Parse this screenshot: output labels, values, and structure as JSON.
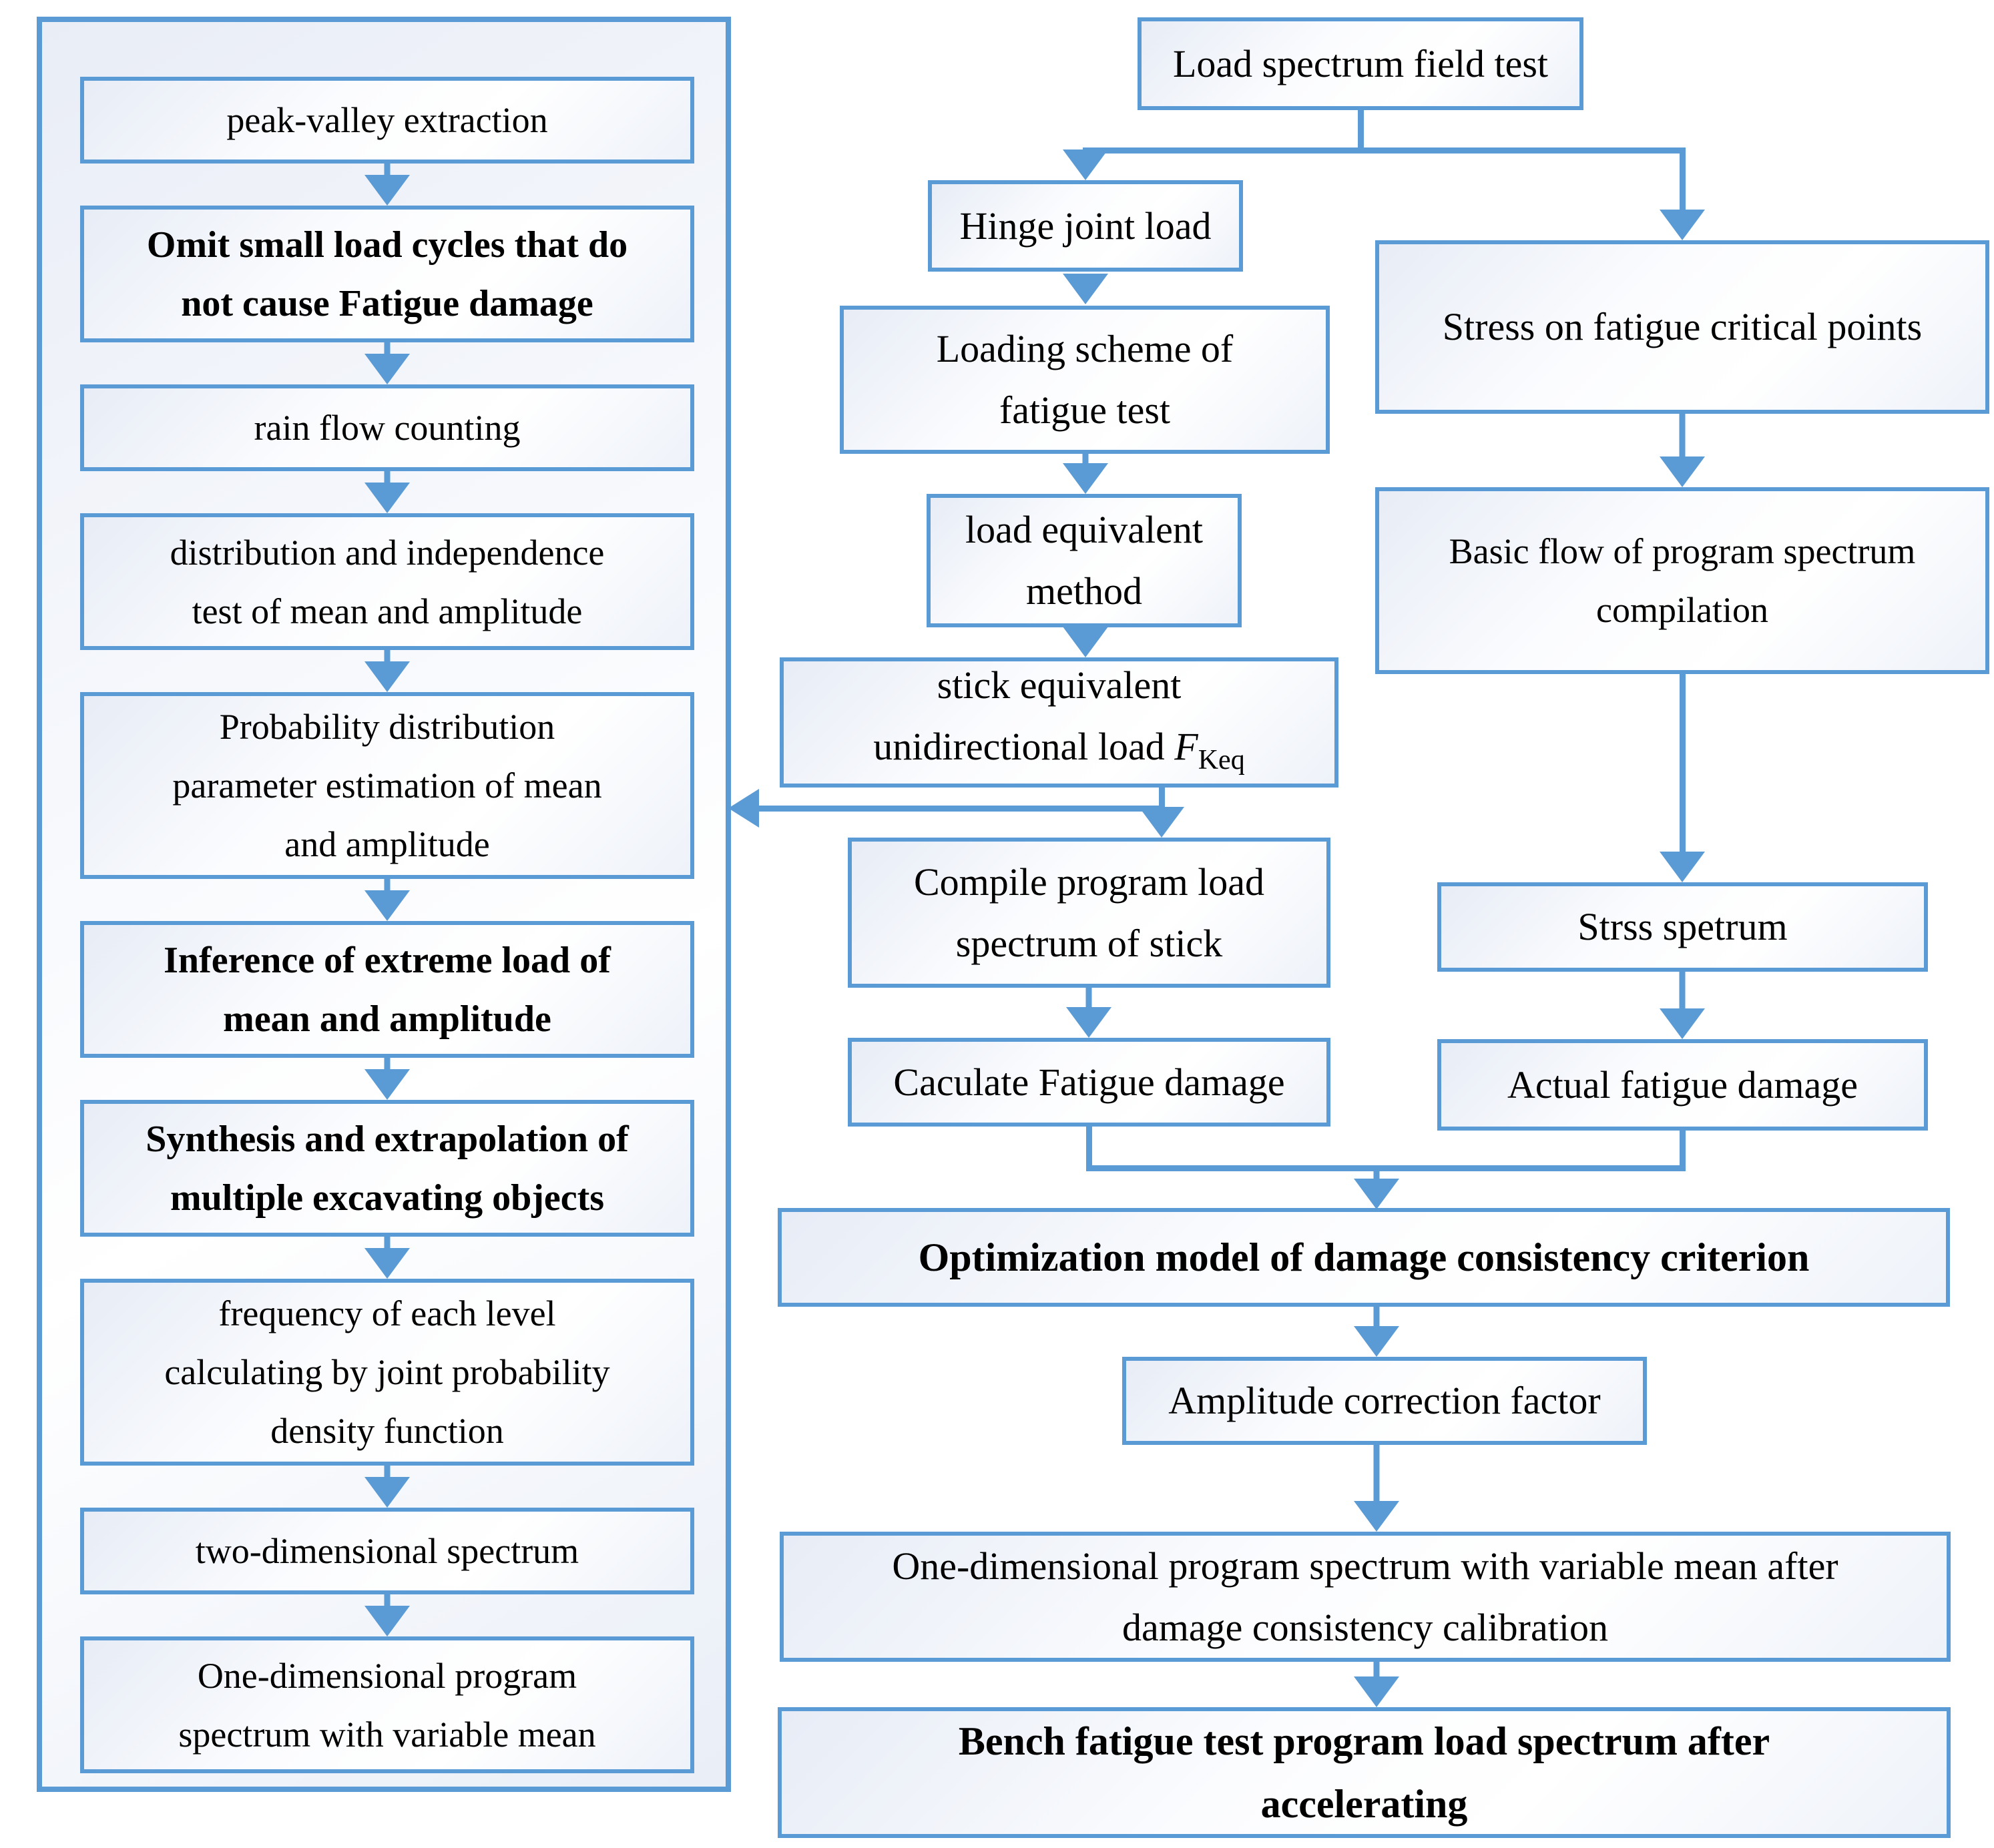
{
  "colors": {
    "accent": "#5b9bd5",
    "text": "#000000"
  },
  "left_panel": {
    "boxes": [
      {
        "lines": [
          "peak-valley extraction"
        ],
        "bold": false
      },
      {
        "lines": [
          "Omit small load cycles that do",
          "not cause Fatigue damage"
        ],
        "bold": true
      },
      {
        "lines": [
          "rain flow counting"
        ],
        "bold": false
      },
      {
        "lines": [
          "distribution and independence",
          "test of mean and amplitude"
        ],
        "bold": false
      },
      {
        "lines": [
          "Probability distribution",
          "parameter estimation of mean",
          "and amplitude"
        ],
        "bold": false
      },
      {
        "lines": [
          "Inference of extreme load of",
          "mean and amplitude"
        ],
        "bold": true
      },
      {
        "lines": [
          "Synthesis and extrapolation of",
          "multiple excavating objects"
        ],
        "bold": true
      },
      {
        "lines": [
          "frequency of each level",
          "calculating by joint probability",
          "density function"
        ],
        "bold": false
      },
      {
        "lines": [
          "two-dimensional spectrum"
        ],
        "bold": false
      },
      {
        "lines": [
          "One-dimensional program",
          "spectrum with variable mean"
        ],
        "bold": false
      }
    ]
  },
  "main": {
    "field_test": {
      "lines": [
        "Load spectrum field test"
      ]
    },
    "hinge": {
      "lines": [
        "Hinge joint load"
      ]
    },
    "loading_scheme": {
      "lines": [
        "Loading scheme of",
        "fatigue test"
      ]
    },
    "load_equiv": {
      "lines": [
        "load equivalent",
        "method"
      ]
    },
    "stick_equiv": {
      "line1": "stick equivalent",
      "line2_prefix": "unidirectional load ",
      "force_symbol": "F",
      "force_subscript": "Keq"
    },
    "compile": {
      "lines": [
        "Compile program load",
        "spectrum of stick"
      ]
    },
    "calculate": {
      "lines": [
        "Caculate Fatigue damage"
      ]
    },
    "stress_points": {
      "lines": [
        "Stress on fatigue critical points"
      ]
    },
    "basic_flow": {
      "lines": [
        "Basic flow of program spectrum",
        "compilation"
      ]
    },
    "stress_spectrum": {
      "lines": [
        "Strss spetrum"
      ]
    },
    "actual_damage": {
      "lines": [
        "Actual fatigue damage"
      ]
    },
    "optimization": {
      "lines": [
        "Optimization model of damage consistency criterion"
      ]
    },
    "amplitude": {
      "lines": [
        "Amplitude correction factor"
      ]
    },
    "one_dim_calibrated": {
      "lines": [
        "One-dimensional program spectrum with variable mean after",
        "damage consistency calibration"
      ]
    },
    "bench": {
      "lines": [
        "Bench fatigue test program load spectrum after",
        "accelerating"
      ]
    }
  }
}
